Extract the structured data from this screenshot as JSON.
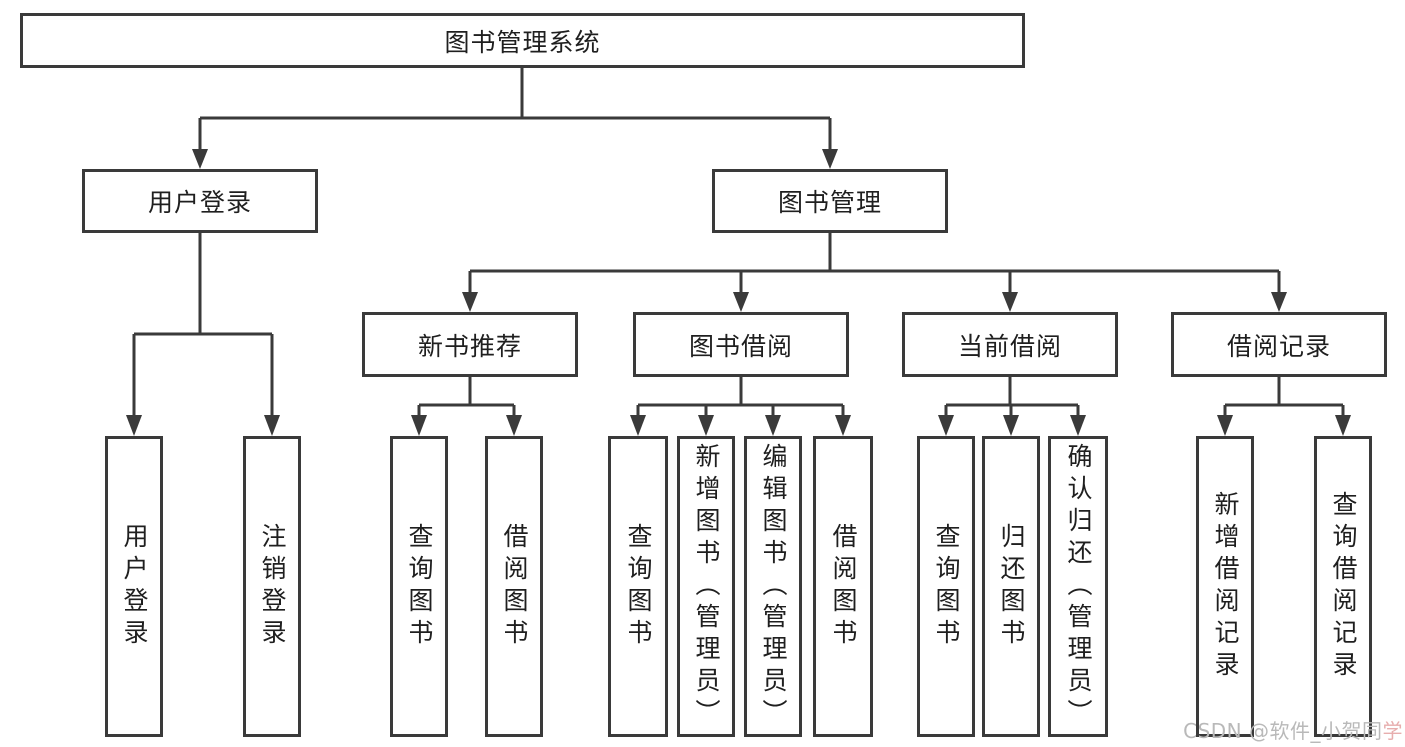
{
  "diagram_title": "图书管理系统",
  "nodes": {
    "root": "图书管理系统",
    "user_login": "用户登录",
    "book_management": "图书管理",
    "login": "用户登录",
    "logout": "注销登录",
    "new_book_recommend": "新书推荐",
    "book_borrow": "图书借阅",
    "current_borrow": "当前借阅",
    "borrow_record": "借阅记录",
    "nbr_query_book": "查询图书",
    "nbr_borrow_book": "借阅图书",
    "bb_query_book": "查询图书",
    "bb_add_book": "新增图书（管理员）",
    "bb_edit_book": "编辑图书（管理员）",
    "bb_borrow_book": "借阅图书",
    "cb_query_book": "查询图书",
    "cb_return_book": "归还图书",
    "cb_confirm_return": "确认归还（管理员）",
    "br_add_record": "新增借阅记录",
    "br_query_record": "查询借阅记录"
  },
  "hierarchy": {
    "图书管理系统": [
      "用户登录",
      "图书管理"
    ],
    "用户登录": [
      "用户登录",
      "注销登录"
    ],
    "图书管理": [
      "新书推荐",
      "图书借阅",
      "当前借阅",
      "借阅记录"
    ],
    "新书推荐": [
      "查询图书",
      "借阅图书"
    ],
    "图书借阅": [
      "查询图书",
      "新增图书（管理员）",
      "编辑图书（管理员）",
      "借阅图书"
    ],
    "当前借阅": [
      "查询图书",
      "归还图书",
      "确认归还（管理员）"
    ],
    "借阅记录": [
      "新增借阅记录",
      "查询借阅记录"
    ]
  },
  "watermark": {
    "gray_text": "CSDN @软件_小贺同",
    "pink_text": "学"
  },
  "colors": {
    "line_color": "#3a3a3a",
    "text_color": "#1f1f1f",
    "watermark_gray": "#b9b9b9",
    "watermark_pink": "#e7aeae"
  }
}
